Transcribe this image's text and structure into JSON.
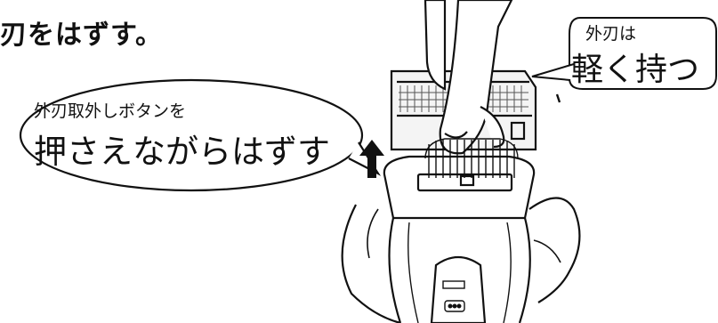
{
  "heading": "刃をはずす。",
  "callout_left": {
    "line1": "外刃取外しボタンを",
    "line2": "押さえながらはずす"
  },
  "callout_right": {
    "line1": "外刃は",
    "line2": "軽く持つ"
  },
  "colors": {
    "ink": "#111111",
    "paper": "#ffffff"
  }
}
